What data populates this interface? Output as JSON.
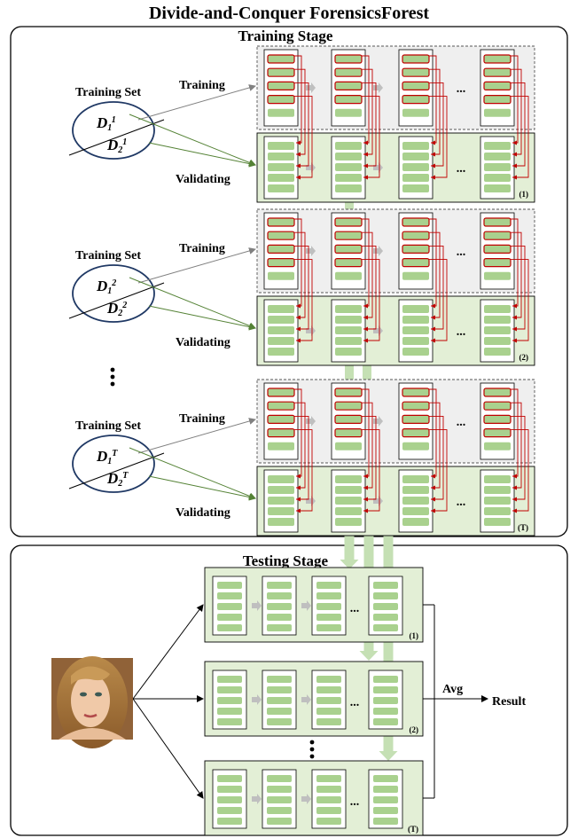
{
  "title": "Divide-and-Conquer ForensicsForest",
  "training_stage": {
    "label": "Training Stage",
    "training_label": "Training",
    "validating_label": "Validating",
    "ellipsis": "...",
    "rounds": [
      {
        "set_label": "Training Set",
        "d1": "D",
        "d1_sub": "1",
        "d1_sup": "1",
        "d2": "D",
        "d2_sub": "2",
        "d2_sup": "1",
        "tag": "(1)"
      },
      {
        "set_label": "Training Set",
        "d1": "D",
        "d1_sub": "1",
        "d1_sup": "2",
        "d2": "D",
        "d2_sub": "2",
        "d2_sup": "2",
        "tag": "(2)"
      },
      {
        "set_label": "Training Set",
        "d1": "D",
        "d1_sub": "1",
        "d1_sup": "T",
        "d2": "D",
        "d2_sub": "2",
        "d2_sup": "T",
        "tag": "(T)"
      }
    ]
  },
  "testing_stage": {
    "label": "Testing Stage",
    "models": [
      {
        "tag": "(1)"
      },
      {
        "tag": "(2)"
      },
      {
        "tag": "(T)"
      }
    ],
    "avg_label": "Avg",
    "result_label": "Result",
    "ellipsis": "..."
  },
  "colors": {
    "green_fill": "#e3efd6",
    "green_bar": "#a9d18e",
    "red": "#c00000",
    "gray_fill": "#efefef",
    "gray_arrow": "#bfbfbf",
    "dark_green_line": "#548235",
    "ellipse_stroke": "#1f3864",
    "fat_arrow": "#c5e0b4"
  }
}
